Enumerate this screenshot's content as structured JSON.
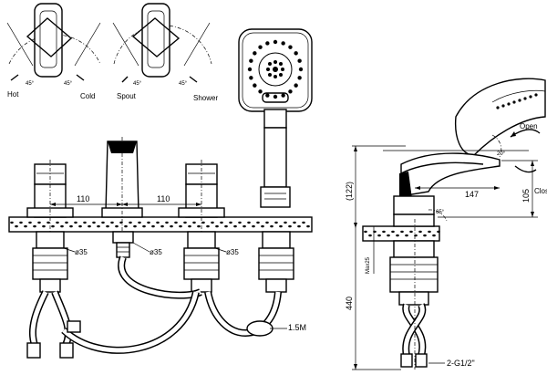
{
  "handle_labels": {
    "hot": "Hot",
    "cold": "Cold",
    "spout": "Spout",
    "shower": "Shower",
    "angle_left_a": "45°",
    "angle_left_b": "45°",
    "angle_right_a": "45°",
    "angle_right_b": "45°"
  },
  "front_view": {
    "spacing_left": "110",
    "spacing_right": "110",
    "hole_1": "ø35",
    "hole_2": "ø35",
    "hole_3": "ø35",
    "hose_length": "1.5M"
  },
  "side_view": {
    "open": "Open",
    "close": "Close",
    "reach": "147",
    "height_above": "(122)",
    "spout_height": "105",
    "below_deck": "440",
    "spout_angle": "20°",
    "base_angle": "65°",
    "deck_max": "Max25",
    "connection": "2-G1/2\""
  }
}
